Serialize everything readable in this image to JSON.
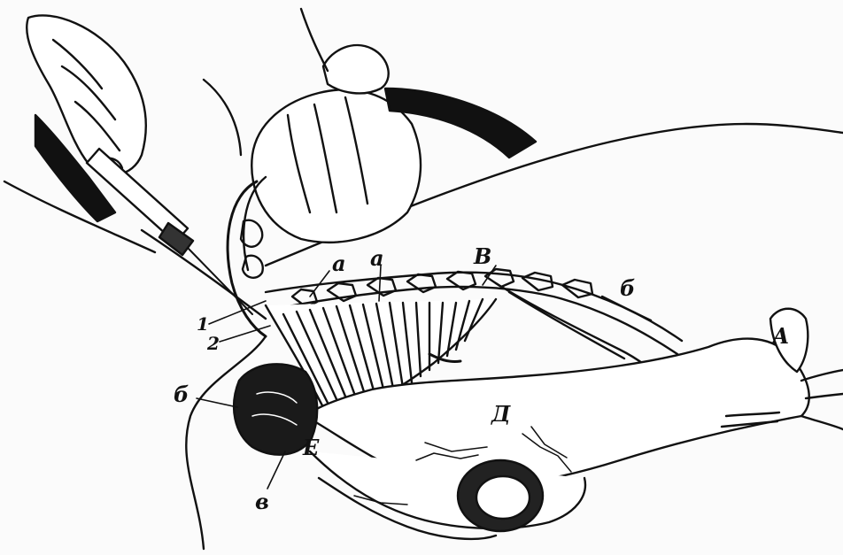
{
  "labels": {
    "a1": "a",
    "a2": "a",
    "V": "В",
    "b_upper": "б",
    "A": "А",
    "one": "1",
    "two": "2",
    "b_left": "б",
    "D": "Д",
    "E": "Е",
    "v": "в"
  },
  "colors": {
    "ink": "#111111",
    "paper": "#fbfbfb"
  }
}
